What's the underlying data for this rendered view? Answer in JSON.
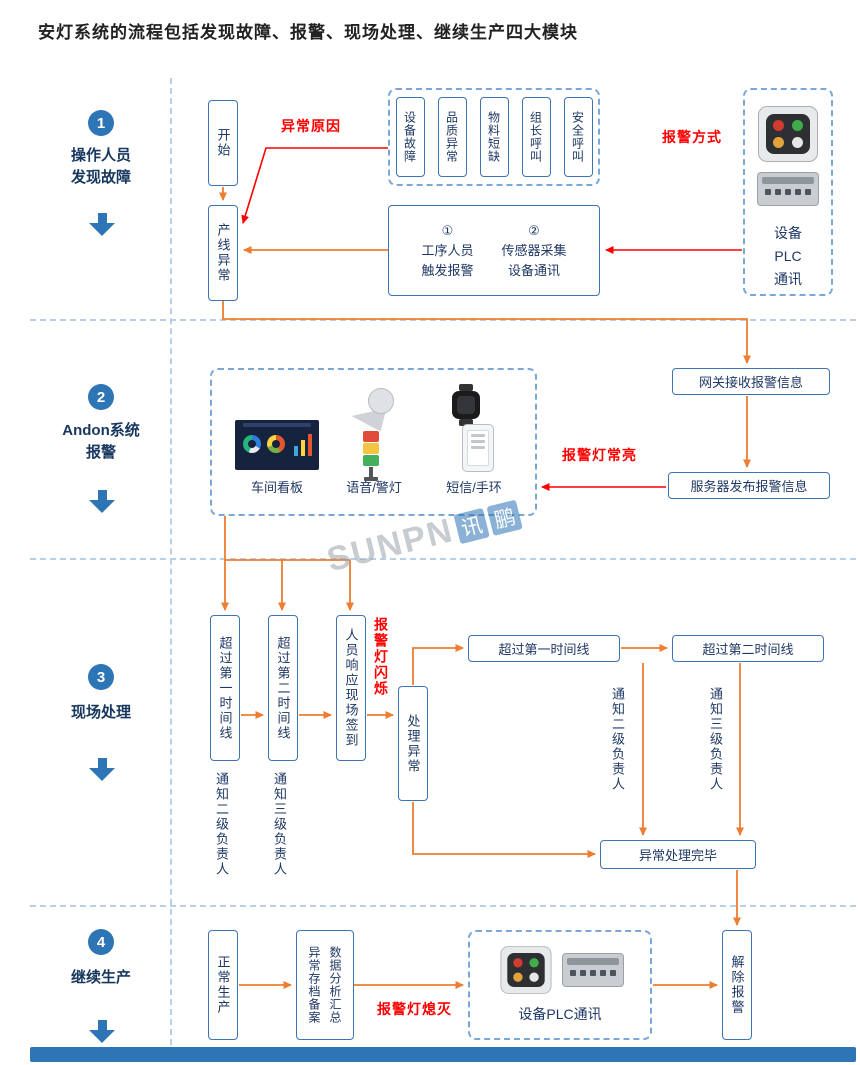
{
  "title": "安灯系统的流程包括发现故障、报警、现场处理、继续生产四大模块",
  "colors": {
    "accent_blue": "#2E75B6",
    "box_border": "#3F74B3",
    "dark_text": "#1F3864",
    "alert_red": "#FF0000",
    "flow_orange": "#ED7D31"
  },
  "watermark": {
    "latin": "SUNPN",
    "cjk": [
      "讯",
      "鹏"
    ]
  },
  "sidebar": {
    "steps": [
      {
        "number": "1",
        "lines": [
          "操作人员",
          "发现故障"
        ]
      },
      {
        "number": "2",
        "lines": [
          "Andon系统",
          "报警"
        ]
      },
      {
        "number": "3",
        "lines": [
          "现场处理"
        ]
      },
      {
        "number": "4",
        "lines": [
          "继续生产"
        ]
      }
    ]
  },
  "discover": {
    "start": "开始",
    "line_abnormal": "产线异常",
    "reason_label": "异常原因",
    "reasons": [
      "设备故障",
      "品质异常",
      "物料短缺",
      "组长呼叫",
      "安全呼叫"
    ],
    "trigger": {
      "c1n": "①",
      "c1l1": "工序人员",
      "c1l2": "触发报警",
      "c2n": "②",
      "c2l1": "传感器采集",
      "c2l2": "设备通讯"
    },
    "method_label": "报警方式",
    "plc_lines": [
      "设备",
      "PLC",
      "通讯"
    ]
  },
  "alarm": {
    "kanban": "车间看板",
    "voice": "语音/警灯",
    "sms": "短信/手环",
    "gateway": "网关接收报警信息",
    "server": "服务器发布报警信息",
    "light_on": "报警灯常亮"
  },
  "handle": {
    "t1": "超过第一时间线",
    "t2": "超过第二时间线",
    "respond": "人员响应现场签到",
    "flash": "报警灯闪烁",
    "notify2_left": "通知二级负责人",
    "notify3_left": "通知三级负责人",
    "process": "处理异常",
    "t1h": "超过第一时间线",
    "t2h": "超过第二时间线",
    "notify2_right": "通知二级负责人",
    "notify3_right": "通知三级负责人",
    "done": "异常处理完毕"
  },
  "produce": {
    "normal": "正常生产",
    "archive_col1": "异常存档备案",
    "archive_col2": "数据分析汇总",
    "light_off": "报警灯熄灭",
    "plc_label": "设备PLC通讯",
    "cancel": "解除报警"
  }
}
